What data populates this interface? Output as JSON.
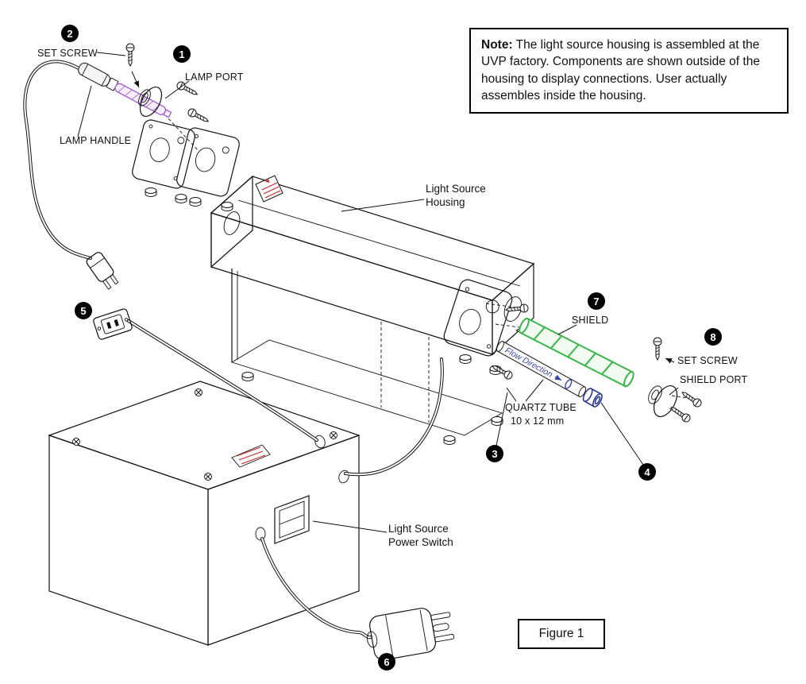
{
  "note": {
    "prefix": "Note:",
    "body": " The light source housing is assembled at the UVP factory. Components are shown outside of the housing to display connections. User actually assembles inside the housing."
  },
  "figure": {
    "caption": "Figure 1"
  },
  "callouts": [
    {
      "num": "1"
    },
    {
      "num": "2"
    },
    {
      "num": "3"
    },
    {
      "num": "4"
    },
    {
      "num": "5"
    },
    {
      "num": "6"
    },
    {
      "num": "7"
    },
    {
      "num": "8"
    }
  ],
  "labels": {
    "set_screw_top": "SET SCREW",
    "lamp_port": "LAMP PORT",
    "lamp_handle": "LAMP HANDLE",
    "housing_line1": "Light Source",
    "housing_line2": "Housing",
    "shield": "SHIELD",
    "set_screw_right": "SET SCREW",
    "shield_port": "SHIELD PORT",
    "quartz_tube": "QUARTZ TUBE",
    "quartz_size": "10 x 12 mm",
    "flow_direction": "Flow Direction",
    "power_switch_line1": "Light Source",
    "power_switch_line2": "Power Switch"
  },
  "colors": {
    "lamp": "#a15ccb",
    "shield": "#3cb54a",
    "flow_text": "#3946a8",
    "quartz_cap": "#2b3990",
    "warning_red": "#cc2222"
  }
}
